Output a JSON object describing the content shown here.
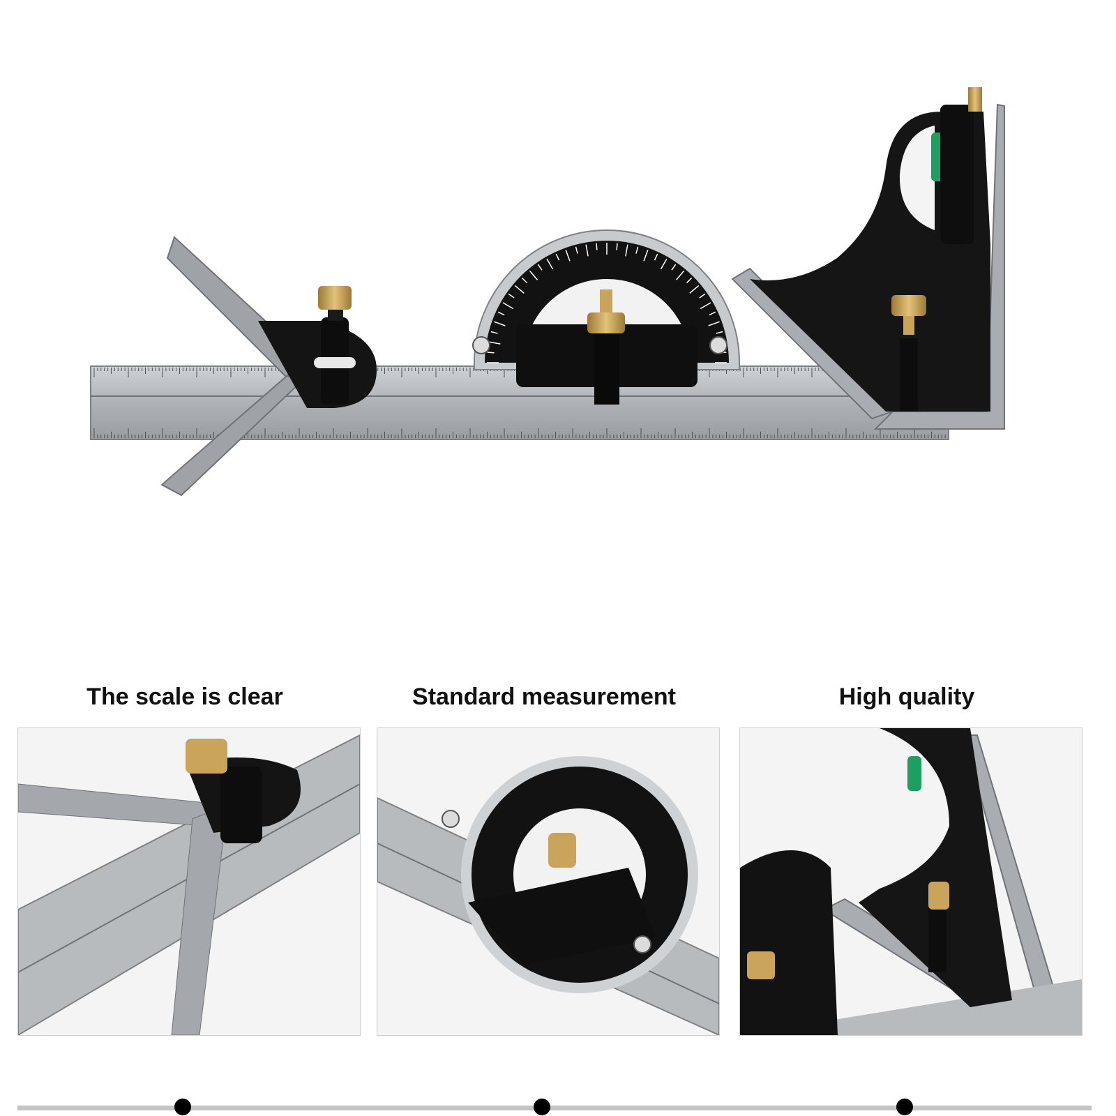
{
  "colors": {
    "steel": "#b9bcbf",
    "steel_dark": "#8e9296",
    "black": "#111111",
    "brass": "#c9a45a",
    "level_green": "#1f9e63",
    "bar_gray": "#c4c4c4"
  },
  "features": [
    {
      "caption": "The scale is clear"
    },
    {
      "caption": "Standard measurement"
    },
    {
      "caption": "High quality"
    }
  ],
  "slider": {
    "dots": 3
  }
}
